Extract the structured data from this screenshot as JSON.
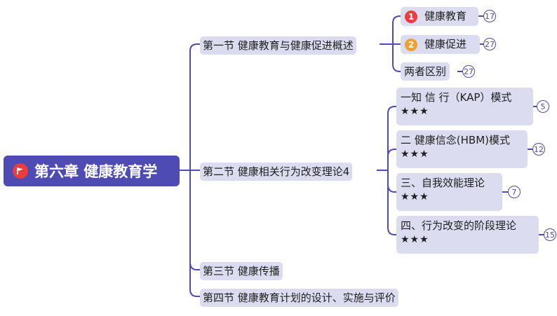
{
  "root": {
    "title": "第六章 健康教育学"
  },
  "sections": [
    {
      "label": "第一节 健康教育与健康促进概述"
    },
    {
      "label": "第二节 健康相关行为改变理论4"
    },
    {
      "label": "第三节 健康传播"
    },
    {
      "label": "第四节 健康教育计划的设计、实施与评价"
    }
  ],
  "section1_children": [
    {
      "marker": "1",
      "marker_color": "#ea3e3e",
      "label": "健康教育",
      "count": "17"
    },
    {
      "marker": "2",
      "marker_color": "#f0a030",
      "label": "健康促进",
      "count": "27"
    },
    {
      "label": "两者区别",
      "count": "27"
    }
  ],
  "section2_children": [
    {
      "label": "一知 信 行（KAP）模式",
      "stars": "★★★",
      "count": "5"
    },
    {
      "label": "二 健康信念(HBM)模式",
      "stars": "★★★",
      "count": "12"
    },
    {
      "label": "三、自我效能理论",
      "stars": "★★★",
      "count": "7"
    },
    {
      "label": "四、行为改变的阶段理论",
      "stars": "★★★",
      "count": "15"
    }
  ],
  "colors": {
    "line": "#4f4bb5",
    "node_bg": "#dcdcf0",
    "root_bg": "#4f4bb5"
  }
}
